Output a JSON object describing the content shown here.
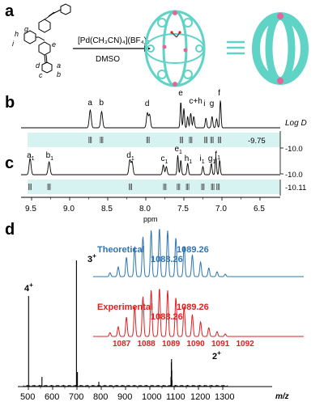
{
  "panels": {
    "a": "a",
    "b": "b",
    "c": "c",
    "d": "d"
  },
  "panel_a": {
    "reagent": "[Pd(CH₃CN)₄](BF₄)₂",
    "solvent": "DMSO",
    "ligand_labels": [
      "h",
      "g",
      "i",
      "e",
      "d",
      "c",
      "a",
      "b"
    ]
  },
  "panel_b": {
    "peaks": [
      "a",
      "b",
      "d",
      "e",
      "c+h",
      "i",
      "g",
      "f"
    ],
    "axis_label": "Log D",
    "dosy_value": "-9.75",
    "ref_value": "-10.0"
  },
  "panel_c": {
    "peaks": [
      {
        "main": "a",
        "sub": "1"
      },
      {
        "main": "b",
        "sub": "1"
      },
      {
        "main": "d",
        "sub": "1"
      },
      {
        "main": "c",
        "sub": "1"
      },
      {
        "main": "e",
        "sub": "1"
      },
      {
        "main": "h",
        "sub": "1"
      },
      {
        "main": "i",
        "sub": "1"
      },
      {
        "main": "g",
        "sub": "1"
      },
      {
        "main": "f",
        "sub": "1"
      }
    ],
    "ref_value": "-10.0",
    "dosy_value": "-10.11",
    "ppm_ticks": [
      "9.5",
      "9.0",
      "8.5",
      "8.0",
      "7.5",
      "7.0",
      "6.5"
    ],
    "ppm_label": "ppm"
  },
  "panel_d": {
    "theo_label": "Theoretical",
    "theo_peaks": [
      "1088.26",
      "1089.26"
    ],
    "exp_label": "Experimental",
    "exp_peaks": [
      "1088.26",
      "1089.26"
    ],
    "iso_ticks": [
      "1087",
      "1088",
      "1089",
      "1090",
      "1091",
      "1092"
    ],
    "ion_3": "3",
    "ion_4": "4",
    "ion_2": "2",
    "charge": "+",
    "mz_ticks": [
      "500",
      "600",
      "700",
      "800",
      "900",
      "1000",
      "1100",
      "1200",
      "1300"
    ],
    "mz_label": "m/z"
  },
  "colors": {
    "teal": "#5fd3c6",
    "pink": "#e3659a",
    "blue": "#2e74b5",
    "red": "#e02020",
    "band": "#d6f3f1"
  }
}
